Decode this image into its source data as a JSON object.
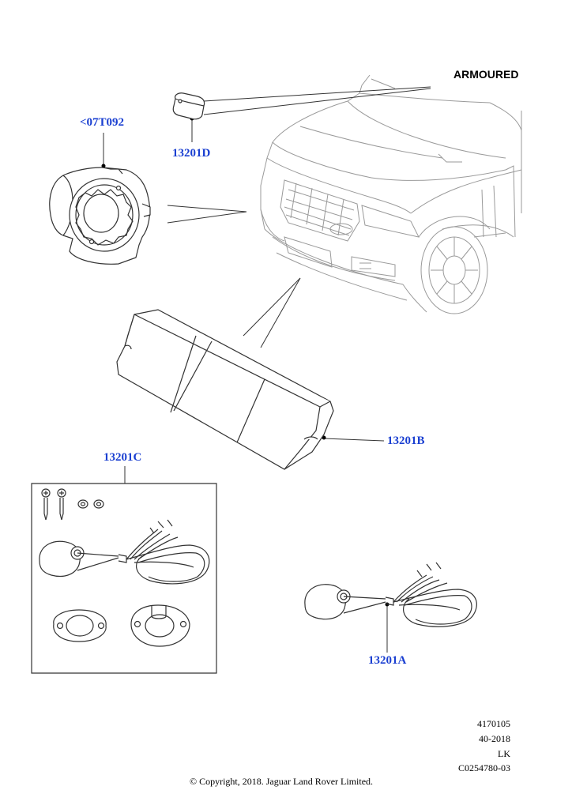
{
  "diagram": {
    "heading": "ARMOURED",
    "callouts": {
      "d": "13201D",
      "siren_ref": "<07T092",
      "b": "13201B",
      "c": "13201C",
      "a": "13201A"
    },
    "footer": {
      "lines": [
        "4170105",
        "40-2018",
        "LK",
        "C0254780-03"
      ],
      "copyright": "© Copyright, 2018. Jaguar Land Rover Limited."
    },
    "colors": {
      "callout": "#1a3fd1",
      "line_art": "#333333",
      "vehicle_line_art": "#9a9a9a"
    }
  }
}
